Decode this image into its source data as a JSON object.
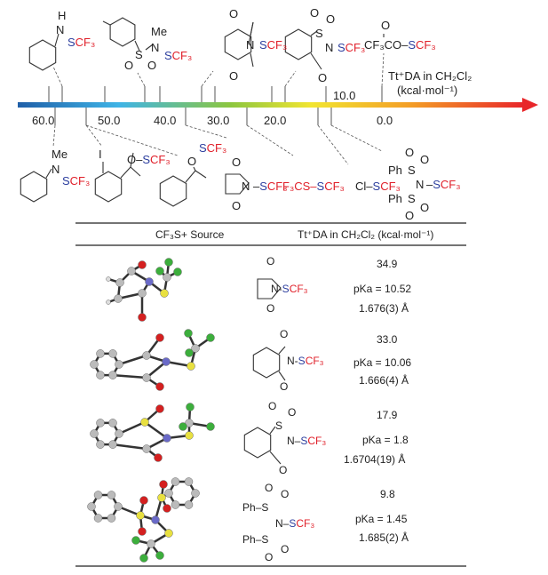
{
  "chem": {
    "S": "S",
    "CF3": "CF₃",
    "N": "N",
    "O": "O",
    "H": "H",
    "Me": "Me",
    "I": "I",
    "Ph": "Ph",
    "Cl": "Cl"
  },
  "scale": {
    "axis_title": "Tt⁺DA in CH₂Cl₂",
    "axis_unit": "(kcal·mol⁻¹)",
    "ticks": [
      "60.0",
      "50.0",
      "40.0",
      "30.0",
      "20.0",
      "10.0",
      "0.0"
    ],
    "gradient_colors": [
      "#1f5fa8",
      "#3fb4e6",
      "#8cc63f",
      "#f2e531",
      "#f39c26",
      "#e8262a"
    ]
  },
  "top_reagents": {
    "anhydride_prefix": "CF₃CO–",
    "disulfide_prefix": "F₃CS–",
    "chloride_prefix": "Cl–"
  },
  "table": {
    "header_source": "CF₃S+  Source",
    "header_value": "Tt⁺DA in CH₂Cl₂ (kcal·mol⁻¹)",
    "rows": [
      {
        "ttda": "34.9",
        "pka": "pKa = 10.52",
        "bond": "1.676(3) Å"
      },
      {
        "ttda": "33.0",
        "pka": "pKa = 10.06",
        "bond": "1.666(4) Å"
      },
      {
        "ttda": "17.9",
        "pka": "pKa = 1.8",
        "bond": "1.6704(19) Å"
      },
      {
        "ttda": "9.8",
        "pka": "pKa = 1.45",
        "bond": "1.685(2) Å"
      }
    ]
  }
}
